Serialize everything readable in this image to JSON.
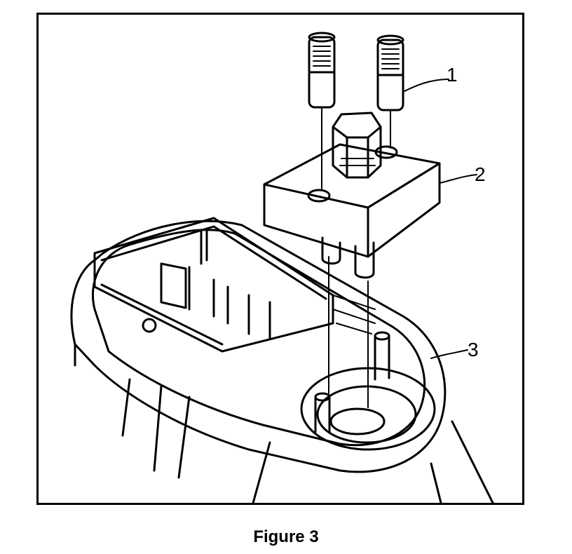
{
  "figure": {
    "caption": "Figure 3",
    "callouts": {
      "one": "1",
      "two": "2",
      "three": "3"
    }
  },
  "colors": {
    "ink": "#000000",
    "paper": "#ffffff"
  }
}
